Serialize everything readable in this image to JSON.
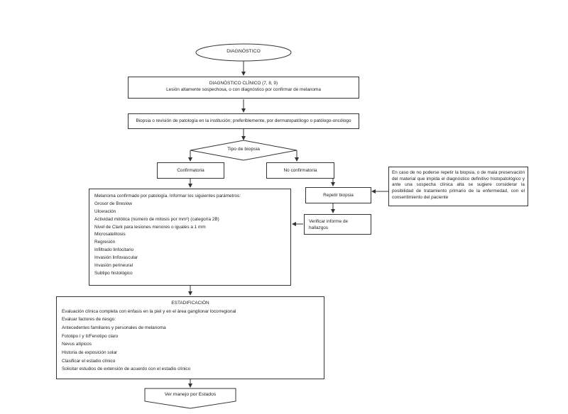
{
  "start": {
    "label": "DIAGNÓSTICO"
  },
  "clinical_dx": {
    "title": "DIAGNÓSTICO CLÍNICO (7, 8, 9)",
    "subtitle": "Lesión altamente sospechosa, o con diagnóstico por confirmar de melanoma"
  },
  "biopsy_step": {
    "text": "Biopsia o revisión de patología en la institución; preferiblemente, por dermatopatólogo o patólogo-oncólogo"
  },
  "biopsy_type": {
    "label": "Tipo de biopsia"
  },
  "confirmatory": {
    "label": "Confirmatoria"
  },
  "not_confirmatory": {
    "label": "No confirmatoria"
  },
  "note": {
    "text": "En caso de no poderse repetir la biopsia, o de mala preservación del material que impida el diagnóstico definitivo histopatológico y ante una sospecha clínica alta se sugiere considerar la posibilidad de tratamiento primario de la enfermedad, con el consentimiento del paciente"
  },
  "repeat_biopsy": {
    "label": "Repetir biopsia"
  },
  "verify_report": {
    "line1": "Verificar informe de",
    "line2": "hallazgos"
  },
  "melanoma_params": {
    "header": "Melanoma confirmado por patología. Informar los siguientes parámetros:",
    "items": [
      "Grosor de Breslow",
      "Ulceración",
      "Actividad mitótica (número de mitosis por mm²) (categoría 2B)",
      "Nivel de Clark para lesiones menores o iguales a 1 mm",
      "Microsatelitosis",
      "Regresión",
      "Infiltrado linfocitario",
      "Invasión linfovascular",
      "Invasión perineural",
      "Subtipo histológico"
    ]
  },
  "staging": {
    "title": "ESTADIFICACIÓN",
    "items": [
      "Evaluación clínica completa con énfasis en la piel y en el área ganglionar locorregional",
      "Evaluar factores de riesgo:",
      "Antecedentes familiares y personales de melanoma",
      "Fototipo I y II/Fenotipo claro",
      "Nevus atípicos",
      "Historia de exposición solar",
      "Clasificar el estadio clínico",
      "Solicitar estudios de extensión de acuerdo con el estadio clínico"
    ]
  },
  "end": {
    "label": "Ver manejo por Estados"
  }
}
